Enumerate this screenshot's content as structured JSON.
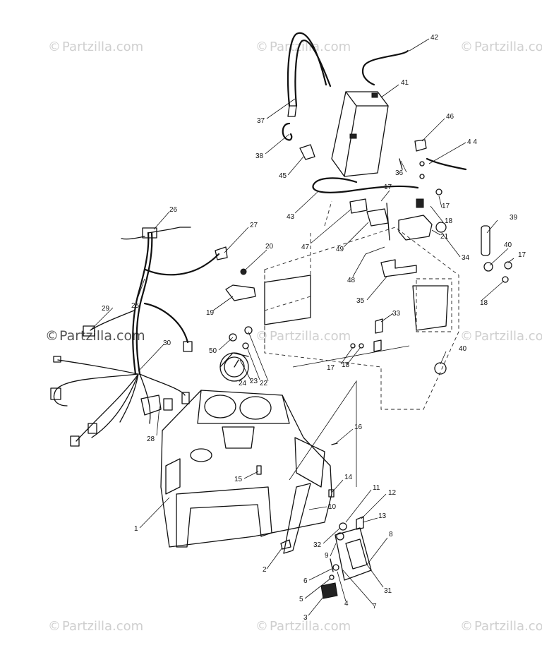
{
  "watermark": {
    "text": "Partzilla.com",
    "copyright_symbol": "©",
    "color": "#cfcfcf"
  },
  "callouts": [
    {
      "id": "c1",
      "label": "1"
    },
    {
      "id": "c2",
      "label": "2"
    },
    {
      "id": "c3",
      "label": "3"
    },
    {
      "id": "c4",
      "label": "4"
    },
    {
      "id": "c5",
      "label": "5"
    },
    {
      "id": "c6",
      "label": "6"
    },
    {
      "id": "c7",
      "label": "7"
    },
    {
      "id": "c8",
      "label": "8"
    },
    {
      "id": "c9",
      "label": "9"
    },
    {
      "id": "c10",
      "label": "10"
    },
    {
      "id": "c11",
      "label": "11"
    },
    {
      "id": "c12",
      "label": "12"
    },
    {
      "id": "c13",
      "label": "13"
    },
    {
      "id": "c14",
      "label": "14"
    },
    {
      "id": "c15",
      "label": "15"
    },
    {
      "id": "c16",
      "label": "16"
    },
    {
      "id": "c17a",
      "label": "17"
    },
    {
      "id": "c17b",
      "label": "17"
    },
    {
      "id": "c17c",
      "label": "17"
    },
    {
      "id": "c17d",
      "label": "17"
    },
    {
      "id": "c18a",
      "label": "18"
    },
    {
      "id": "c18b",
      "label": "18"
    },
    {
      "id": "c18c",
      "label": "18"
    },
    {
      "id": "c19",
      "label": "19"
    },
    {
      "id": "c20",
      "label": "20"
    },
    {
      "id": "c21",
      "label": "21"
    },
    {
      "id": "c22",
      "label": "22"
    },
    {
      "id": "c23",
      "label": "23"
    },
    {
      "id": "c24",
      "label": "24"
    },
    {
      "id": "c25",
      "label": "25"
    },
    {
      "id": "c26",
      "label": "26"
    },
    {
      "id": "c27",
      "label": "27"
    },
    {
      "id": "c28",
      "label": "28"
    },
    {
      "id": "c29",
      "label": "29"
    },
    {
      "id": "c30",
      "label": "30"
    },
    {
      "id": "c31",
      "label": "31"
    },
    {
      "id": "c32",
      "label": "32"
    },
    {
      "id": "c33",
      "label": "33"
    },
    {
      "id": "c34",
      "label": "34"
    },
    {
      "id": "c35",
      "label": "35"
    },
    {
      "id": "c36",
      "label": "36"
    },
    {
      "id": "c37",
      "label": "37"
    },
    {
      "id": "c38",
      "label": "38"
    },
    {
      "id": "c39",
      "label": "39"
    },
    {
      "id": "c40a",
      "label": "40"
    },
    {
      "id": "c40b",
      "label": "40"
    },
    {
      "id": "c41",
      "label": "41"
    },
    {
      "id": "c42",
      "label": "42"
    },
    {
      "id": "c43",
      "label": "43"
    },
    {
      "id": "c44",
      "label": "4 4"
    },
    {
      "id": "c45",
      "label": "45"
    },
    {
      "id": "c46",
      "label": "46"
    },
    {
      "id": "c47",
      "label": "47"
    },
    {
      "id": "c48",
      "label": "48"
    },
    {
      "id": "c49",
      "label": "49"
    },
    {
      "id": "c50",
      "label": "50"
    }
  ]
}
